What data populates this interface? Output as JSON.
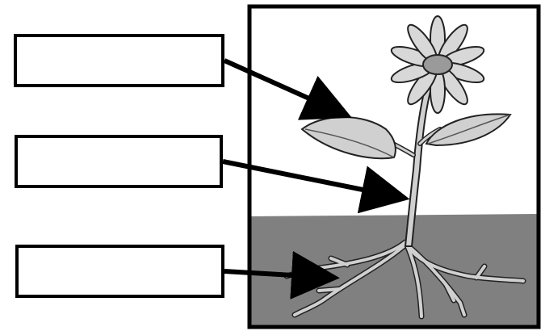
{
  "labels": [
    {
      "id": "leaf-label",
      "text": "",
      "target": "leaf"
    },
    {
      "id": "stem-label",
      "text": "",
      "target": "stem"
    },
    {
      "id": "root-label",
      "text": "",
      "target": "roots"
    }
  ],
  "colors": {
    "frame": "#000000",
    "sky": "#ffffff",
    "soil": "#808080",
    "plant": "#d0d0d0",
    "petal": "#d8d8d8",
    "center": "#9a9a9a"
  }
}
